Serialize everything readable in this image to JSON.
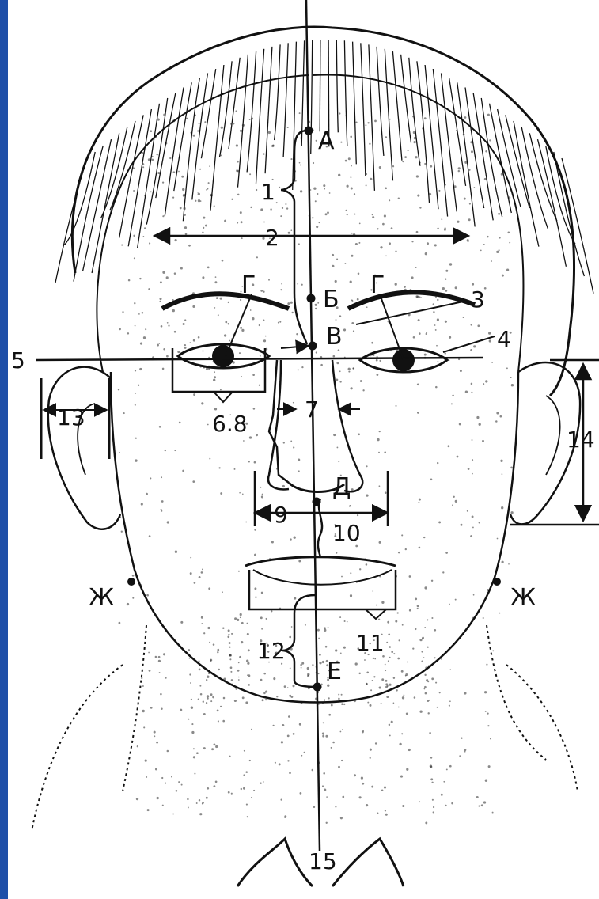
{
  "colors": {
    "left_bar": "#1f4fa8",
    "ink": "#111111",
    "stipple": "#2a2a2a",
    "paper": "#ffffff"
  },
  "labels": {
    "point_a": "А",
    "point_b": "Б",
    "point_v": "В",
    "point_g_left": "Г",
    "point_g_right": "Г",
    "point_d": "Д",
    "point_e": "Е",
    "point_zh_left": "Ж",
    "point_zh_right": "Ж",
    "n1": "1",
    "n2": "2",
    "n3": "3",
    "n4": "4",
    "n5": "5",
    "n6_8": "6.8",
    "n7": "7",
    "n9": "9",
    "n10": "10",
    "n11": "11",
    "n12": "12",
    "n13": "13",
    "n14": "14",
    "n15": "15"
  }
}
